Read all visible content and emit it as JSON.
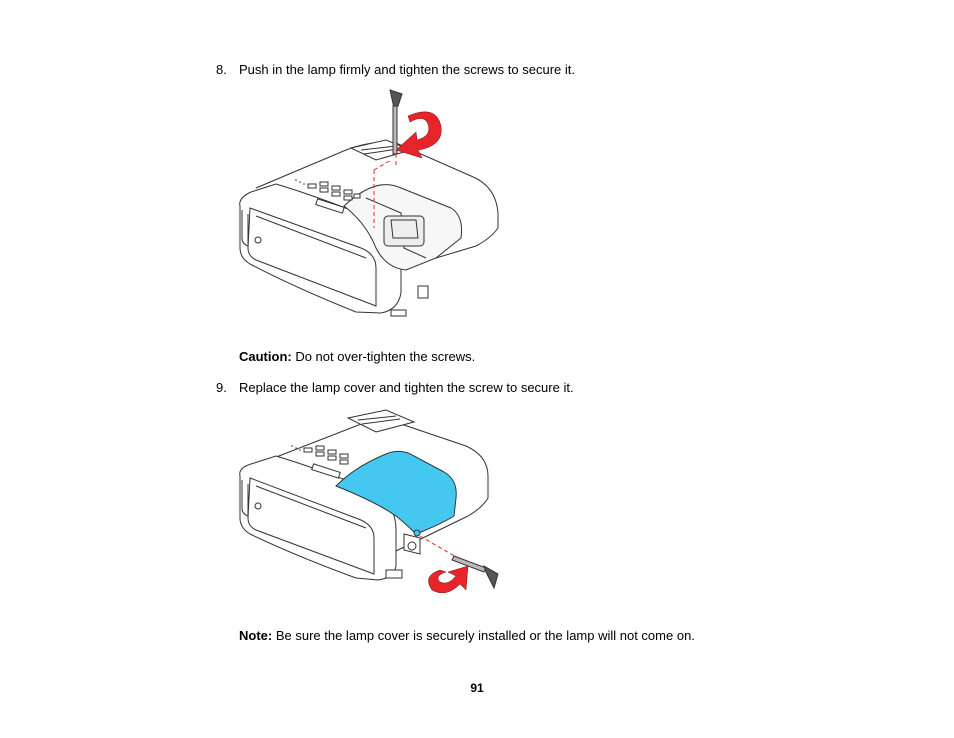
{
  "steps": [
    {
      "number": "8.",
      "text": "Push in the lamp firmly and tighten the screws to secure it."
    },
    {
      "number": "9.",
      "text": "Replace the lamp cover and tighten the screw to secure it."
    }
  ],
  "caution": {
    "label": "Caution:",
    "text": " Do not over-tighten the screws."
  },
  "note": {
    "label": "Note:",
    "text": " Be sure the lamp cover is securely installed or the lamp will not come on."
  },
  "page_number": "91",
  "colors": {
    "arrow": "#e8242b",
    "lamp_cover": "#45c8f0",
    "outline": "#333333",
    "dashed_guide": "#e8242b"
  }
}
